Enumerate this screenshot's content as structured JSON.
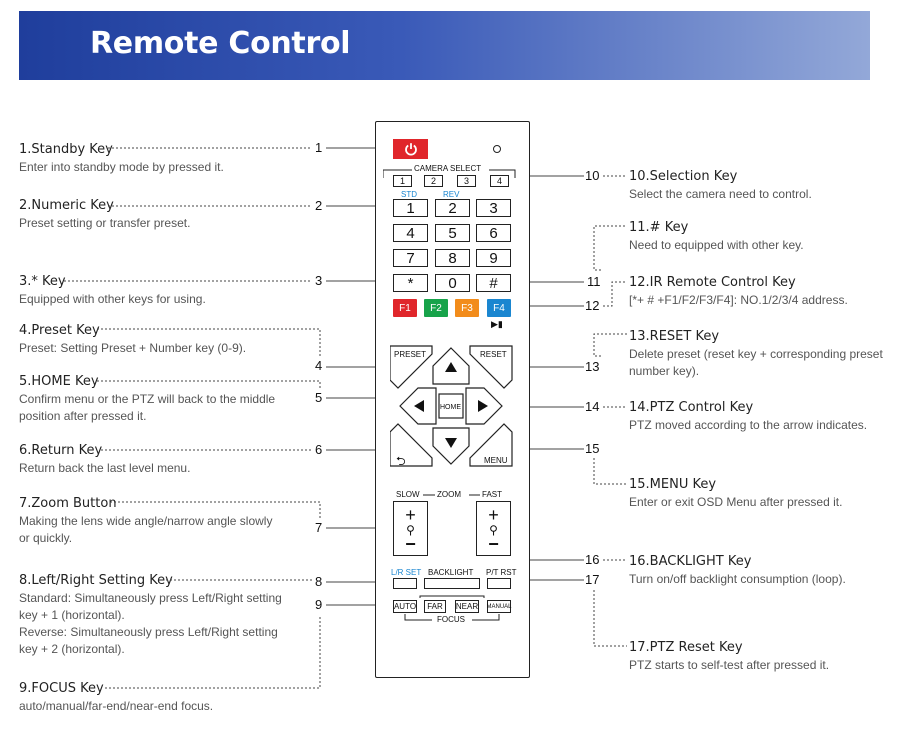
{
  "header": {
    "title": "Remote Control"
  },
  "left_items": [
    {
      "title": "1.Standby Key",
      "desc": "Enter into standby mode by pressed it."
    },
    {
      "title": "2.Numeric Key",
      "desc": "Preset setting or transfer preset."
    },
    {
      "title": "3.* Key",
      "desc": "Equipped with other keys for using."
    },
    {
      "title": "4.Preset Key",
      "desc": "Preset: Setting Preset + Number key (0-9)."
    },
    {
      "title": "5.HOME Key",
      "desc": "Confirm menu or the PTZ will back to the middle\nposition after pressed it."
    },
    {
      "title": "6.Return Key",
      "desc": "Return back the last level menu."
    },
    {
      "title": "7.Zoom Button",
      "desc": "Making the lens wide angle/narrow angle slowly\n or quickly."
    },
    {
      "title": "8.Left/Right Setting Key",
      "desc": "Standard: Simultaneously press Left/Right setting\n key + 1 (horizontal).\nReverse: Simultaneously press Left/Right setting\n key + 2 (horizontal)."
    },
    {
      "title": "9.FOCUS Key",
      "desc": "auto/manual/far-end/near-end focus."
    }
  ],
  "right_items": [
    {
      "title": "10.Selection Key",
      "desc": "Select the camera need to control."
    },
    {
      "title": "11.# Key",
      "desc": "Need to equipped with other key."
    },
    {
      "title": "12.IR Remote Control Key",
      "desc": "[*+ # +F1/F2/F3/F4]: NO.1/2/3/4 address."
    },
    {
      "title": "13.RESET Key",
      "desc": "Delete preset (reset key + corresponding preset\nnumber key)."
    },
    {
      "title": "14.PTZ Control Key",
      "desc": "PTZ moved according to the arrow indicates."
    },
    {
      "title": "15.MENU Key",
      "desc": "Enter or exit OSD Menu after pressed it."
    },
    {
      "title": "16.BACKLIGHT Key",
      "desc": "Turn on/off backlight consumption (loop)."
    },
    {
      "title": "17.PTZ Reset Key",
      "desc": "PTZ starts to self-test after pressed it."
    }
  ],
  "callouts": [
    "1",
    "2",
    "3",
    "4",
    "5",
    "6",
    "7",
    "8",
    "9",
    "10",
    "11",
    "12",
    "13",
    "14",
    "15",
    "16",
    "17"
  ],
  "remote": {
    "camera_select_label": "CAMERA SELECT",
    "camera_keys": [
      "1",
      "2",
      "3",
      "4"
    ],
    "std_label": "STD",
    "rev_label": "REV",
    "number_keys": [
      "1",
      "2",
      "3",
      "4",
      "5",
      "6",
      "7",
      "8",
      "9"
    ],
    "star_key": "*",
    "zero_key": "0",
    "hash_key": "#",
    "f_keys": [
      {
        "label": "F1",
        "color": "#e0262b"
      },
      {
        "label": "F2",
        "color": "#17a34a"
      },
      {
        "label": "F3",
        "color": "#f28c1b"
      },
      {
        "label": "F4",
        "color": "#1a86d0"
      }
    ],
    "play_pause_symbol": "▶▮",
    "preset_label": "PRESET",
    "reset_label": "RESET",
    "home_label": "HOME",
    "menu_label": "MENU",
    "return_symbol": "⮌",
    "zoom_slow": "SLOW",
    "zoom_label": "ZOOM",
    "zoom_fast": "FAST",
    "zoom_plus": "+",
    "zoom_minus": "−",
    "lr_set_label": "L/R SET",
    "backlight_label": "BACKLIGHT",
    "ptrst_label": "P/T RST",
    "auto_label": "AUTO",
    "far_label": "FAR",
    "near_label": "NEAR",
    "manual_label": "MANUAL",
    "focus_label": "FOCUS",
    "accent_color": "#1a86d0",
    "standby_color": "#e0262b"
  }
}
